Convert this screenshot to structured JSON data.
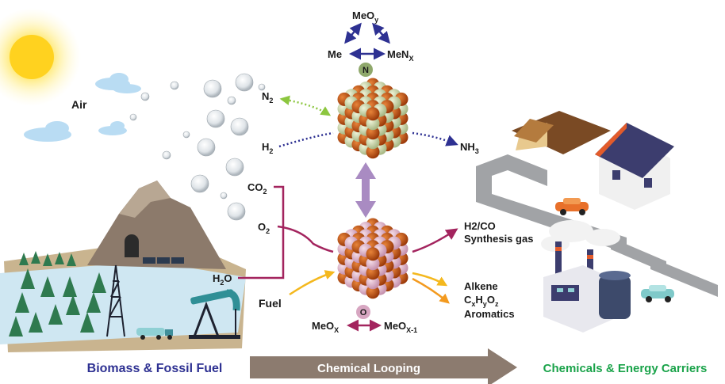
{
  "diagram": {
    "left_label": "Biomass & Fossil Fuel",
    "middle_label": "Chemical Looping",
    "right_label": "Chemicals & Energy Carriers",
    "air_label": "Air",
    "fuel_label": "Fuel",
    "nitride_cycle": {
      "badge": "N",
      "top": {
        "base": "MeO",
        "sub": "y"
      },
      "left": {
        "base": "Me",
        "sub": ""
      },
      "right": {
        "base": "MeN",
        "sub": "X"
      }
    },
    "oxide_cycle": {
      "badge": "O",
      "left": {
        "base": "MeO",
        "sub": "X"
      },
      "right": {
        "base": "MeO",
        "sub": "X-1"
      }
    },
    "inputs": {
      "n2": {
        "base": "N",
        "sub": "2"
      },
      "h2": {
        "base": "H",
        "sub": "2"
      },
      "co2": {
        "base": "CO",
        "sub": "2"
      },
      "o2": {
        "base": "O",
        "sub": "2"
      },
      "h2o": {
        "pre": "H",
        "sub": "2",
        "post": "O"
      }
    },
    "outputs": {
      "nh3": {
        "base": "NH",
        "sub": "3"
      },
      "syngas_formula": "H2/CO",
      "syngas_label": "Synthesis gas",
      "alkene": "Alkene",
      "oxygenate": "CxHyOz",
      "aromatics": "Aromatics"
    },
    "colors": {
      "left_label": "#2e3192",
      "right_label": "#1aa34a",
      "loop_arrow": "#8c7b6f",
      "nitride_arrows": "#2e3192",
      "oxide_arrows": "#a3245e",
      "n2_arrow": "#8cc63f",
      "h2_arrow": "#2e3192",
      "fuel_arrow": "#f4b81e",
      "vertical_arrow": "#a98bc2"
    }
  }
}
